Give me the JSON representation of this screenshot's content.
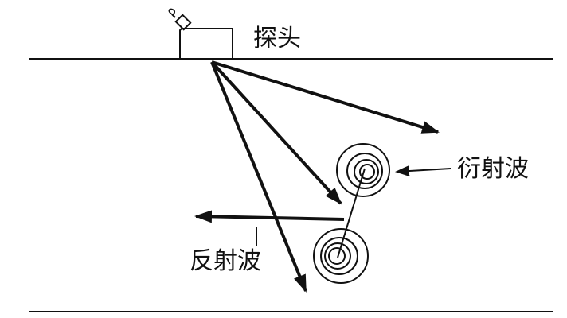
{
  "labels": {
    "probe": "探头",
    "diffracted_wave": "衍射波",
    "reflected_wave": "反射波"
  },
  "colors": {
    "line": "#111111",
    "background": "#ffffff"
  },
  "icons": {
    "probe_connector": "probe-connector-icon",
    "defect_tip": "concentric-circles-icon"
  }
}
